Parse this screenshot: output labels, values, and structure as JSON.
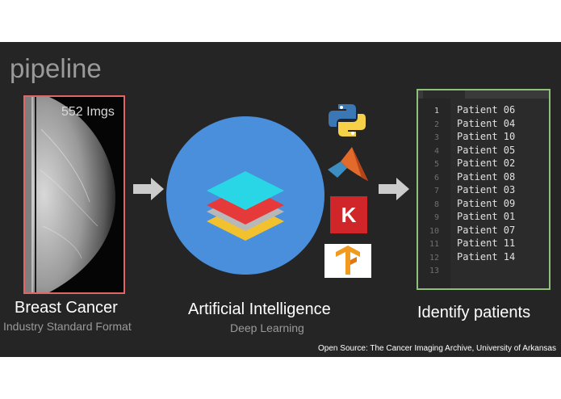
{
  "title": "pipeline",
  "input": {
    "image_count": "552 Imgs",
    "caption": "Breast Cancer",
    "subcaption": "Industry Standard Format"
  },
  "model": {
    "caption": "Artificial Intelligence",
    "subcaption": "Deep Learning",
    "tool_icons": [
      "python-icon",
      "matlab-icon",
      "keras-icon",
      "tensorflow-icon"
    ],
    "keras_letter": "K"
  },
  "output": {
    "caption": "Identify patients",
    "line_numbers": [
      "1",
      "2",
      "3",
      "4",
      "5",
      "6",
      "7",
      "8",
      "9",
      "10",
      "11",
      "12",
      "13"
    ],
    "patients": [
      "Patient 06",
      "Patient 04",
      "Patient 10",
      "Patient 05",
      "Patient 02",
      "Patient 08",
      "Patient 03",
      "Patient 09",
      "Patient 01",
      "Patient 07",
      "Patient 11",
      "Patient 14"
    ]
  },
  "source": "Open Source: The Cancer Imaging Archive, University of Arkansas",
  "colors": {
    "background": "#252525",
    "input_border": "#e06666",
    "output_border": "#8fc07a",
    "circle": "#4a8fdc",
    "arrow": "#cccccc",
    "layer_top": "#29d6e6",
    "layer_red": "#e63a3a",
    "layer_yellow": "#f2c12e"
  }
}
